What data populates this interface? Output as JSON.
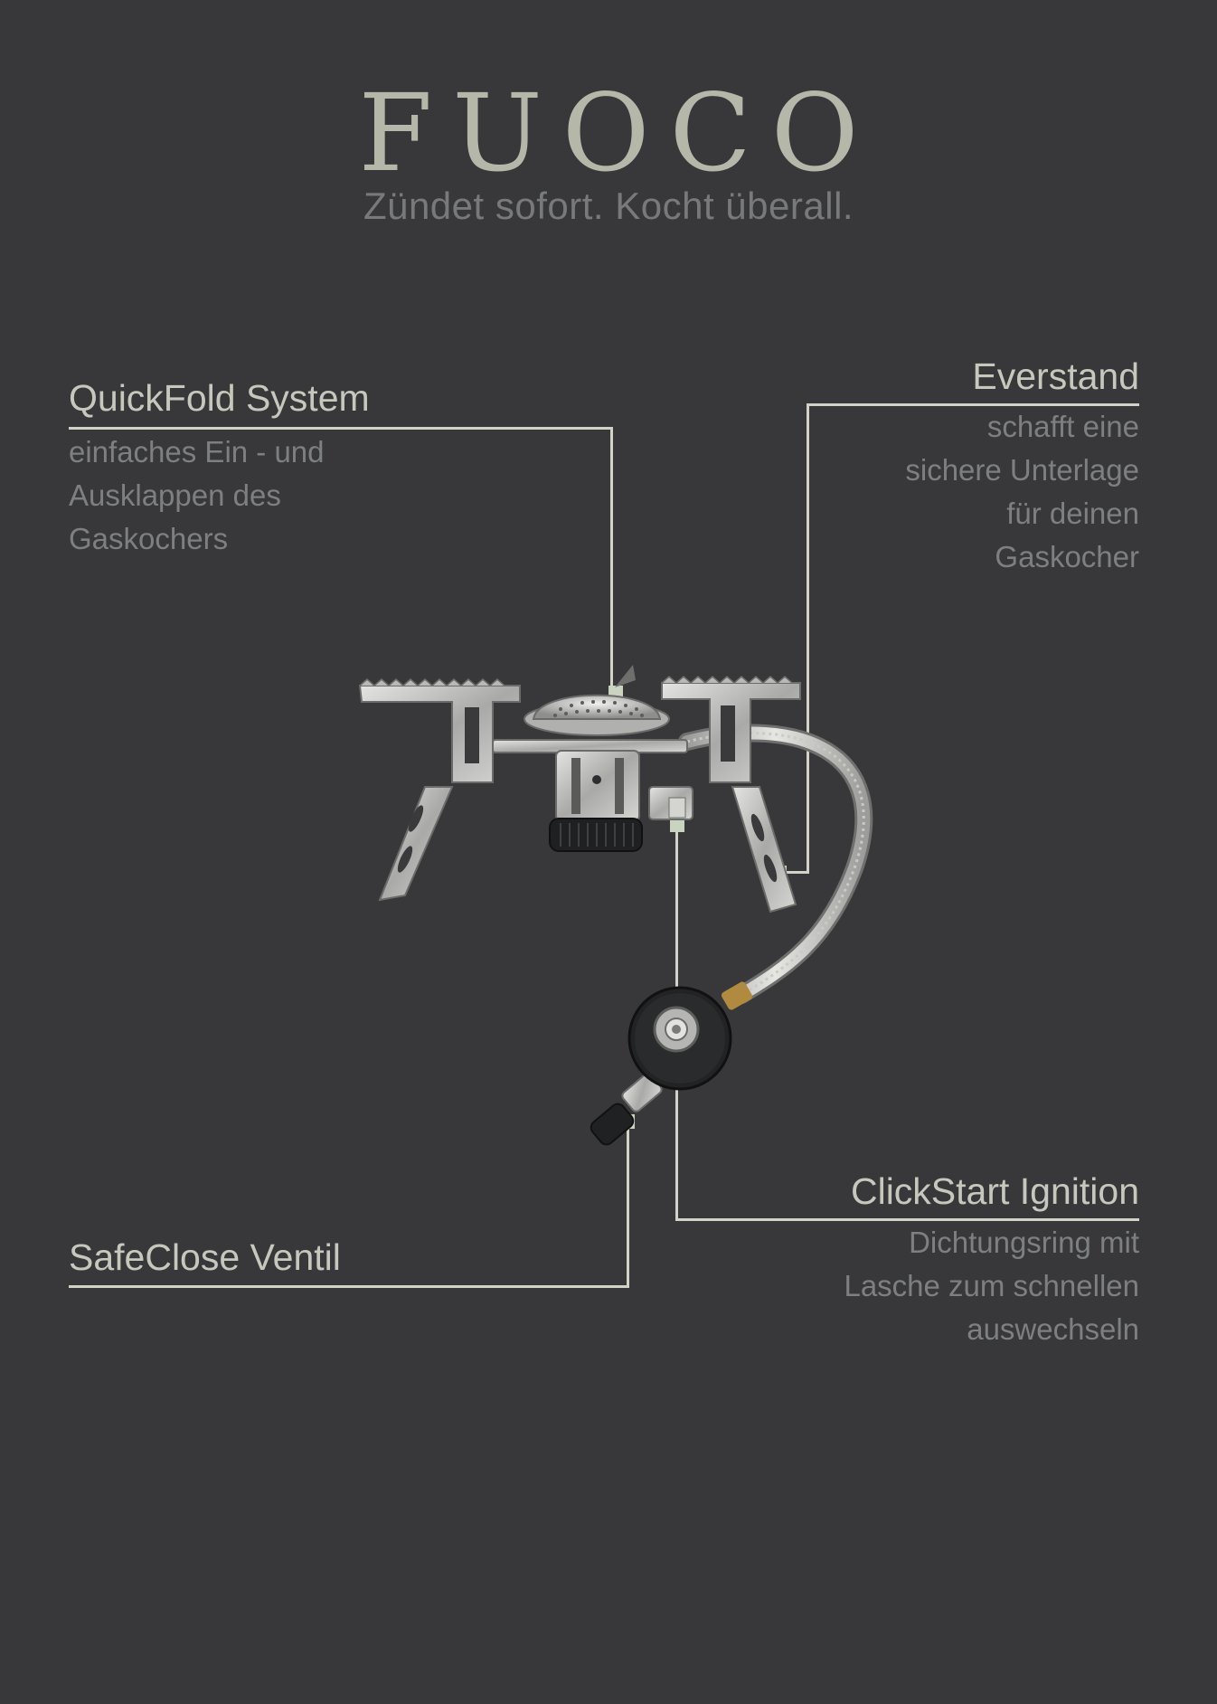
{
  "brand": {
    "name": "FUOCO",
    "tagline": "Zündet sofort. Kocht überall."
  },
  "features": {
    "quickfold": {
      "title": "QuickFold System",
      "lines": [
        "einfaches Ein - und",
        "Ausklappen des",
        "Gaskochers"
      ]
    },
    "everstand": {
      "title": "Everstand",
      "lines": [
        "schafft eine",
        "sichere Unterlage",
        "für deinen",
        "Gaskocher"
      ]
    },
    "clickstart": {
      "title": "ClickStart Ignition",
      "lines": [
        "Dichtungsring mit",
        "Lasche zum schnellen",
        "auswechseln"
      ]
    },
    "safeclose": {
      "title": "SafeClose Ventil"
    }
  },
  "colors": {
    "background": "#38383a",
    "brand": "#b5b7a9",
    "title": "#c7c8bd",
    "description": "#7e7f80",
    "callout_line": "#d2d3c6",
    "marker": "#c9d3c0"
  }
}
